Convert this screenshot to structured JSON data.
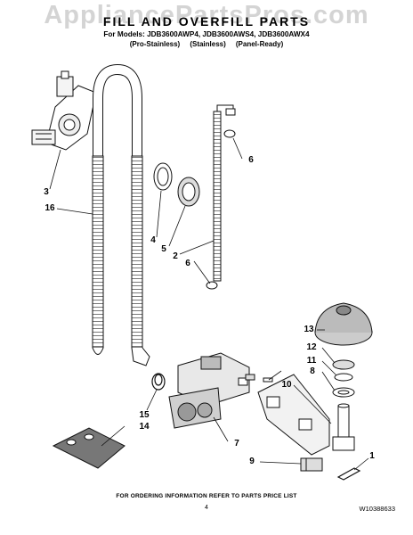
{
  "watermark": "AppliancePartsPros.com",
  "header": {
    "title": "FILL AND OVERFILL PARTS",
    "models": "For Models: JDB3600AWP4, JDB3600AWS4, JDB3600AWX4",
    "variants": "(Pro-Stainless)     (Stainless)     (Panel-Ready)"
  },
  "callouts": {
    "c1": "1",
    "c2": "2",
    "c3": "3",
    "c4": "4",
    "c5": "5",
    "c6a": "6",
    "c6b": "6",
    "c7": "7",
    "c8": "8",
    "c9": "9",
    "c10": "10",
    "c11": "11",
    "c12": "12",
    "c13": "13",
    "c14": "14",
    "c15": "15",
    "c16": "16"
  },
  "footer": {
    "note": "FOR ORDERING INFORMATION REFER TO PARTS PRICE LIST",
    "page": "4",
    "doc_number": "W10388633"
  }
}
